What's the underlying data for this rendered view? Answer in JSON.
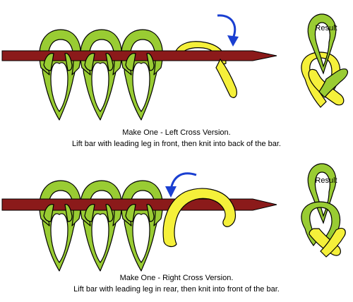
{
  "colors": {
    "needle": "#8b1a1a",
    "needle_outline": "#000000",
    "stitch": "#99cc33",
    "stitch_outline": "#000000",
    "yarn_active": "#f5f03a",
    "arrow": "#1a3fd1"
  },
  "icons": [
    "knitting-needle",
    "stitch-loop",
    "curved-arrow"
  ],
  "panels": [
    {
      "id": "left-cross",
      "result_label": "Result",
      "caption_title": "Make One - Left Cross Version.",
      "caption_body": "Lift bar with leading leg in front, then knit into back of the bar."
    },
    {
      "id": "right-cross",
      "result_label": "Result",
      "caption_title": "Make One - Right Cross Version.",
      "caption_body": "Lift bar with leading leg in rear, then knit into front of the bar."
    }
  ]
}
